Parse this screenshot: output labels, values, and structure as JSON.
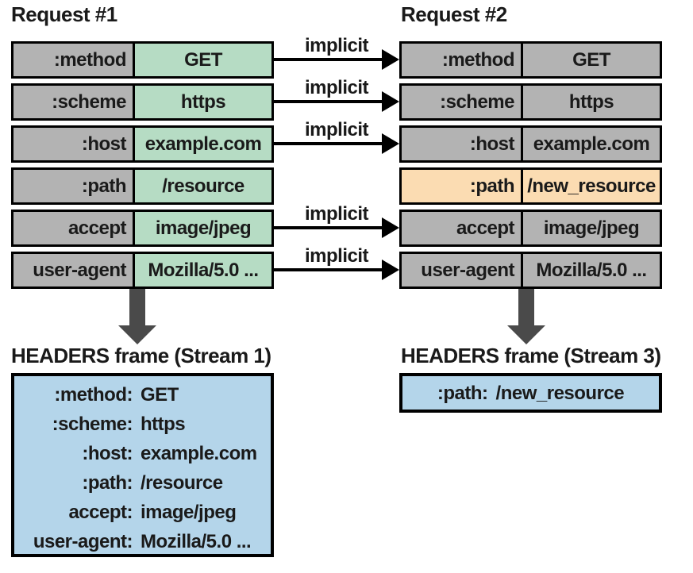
{
  "colors": {
    "cell_gray": "#b3b3b3",
    "cell_green": "#b6dcc4",
    "cell_orange": "#fbdcb2",
    "frame_blue": "#b4d5ea",
    "big_arrow_gray": "#4a4a4a",
    "border_black": "#000000"
  },
  "request1": {
    "title": "Request #1",
    "rows": [
      {
        "name": ":method",
        "value": "GET"
      },
      {
        "name": ":scheme",
        "value": "https"
      },
      {
        "name": ":host",
        "value": "example.com"
      },
      {
        "name": ":path",
        "value": "/resource"
      },
      {
        "name": "accept",
        "value": "image/jpeg"
      },
      {
        "name": "user-agent",
        "value": "Mozilla/5.0 ..."
      }
    ]
  },
  "request2": {
    "title": "Request #2",
    "rows": [
      {
        "name": ":method",
        "value": "GET"
      },
      {
        "name": ":scheme",
        "value": "https"
      },
      {
        "name": ":host",
        "value": "example.com"
      },
      {
        "name": ":path",
        "value": "/new_resource"
      },
      {
        "name": "accept",
        "value": "image/jpeg"
      },
      {
        "name": "user-agent",
        "value": "Mozilla/5.0 ..."
      }
    ],
    "highlighted_row": ":path"
  },
  "arrows": {
    "label": "implicit",
    "connected_rows": [
      ":method",
      ":scheme",
      ":host",
      "accept",
      "user-agent"
    ]
  },
  "frame1": {
    "title": "HEADERS frame (Stream 1)",
    "lines": [
      {
        "key": ":method:",
        "value": "GET"
      },
      {
        "key": ":scheme:",
        "value": "https"
      },
      {
        "key": ":host:",
        "value": "example.com"
      },
      {
        "key": ":path:",
        "value": "/resource"
      },
      {
        "key": "accept:",
        "value": "image/jpeg"
      },
      {
        "key": "user-agent:",
        "value": "Mozilla/5.0 ..."
      }
    ]
  },
  "frame3": {
    "title": "HEADERS frame (Stream 3)",
    "lines": [
      {
        "key": ":path:",
        "value": "/new_resource"
      }
    ]
  }
}
